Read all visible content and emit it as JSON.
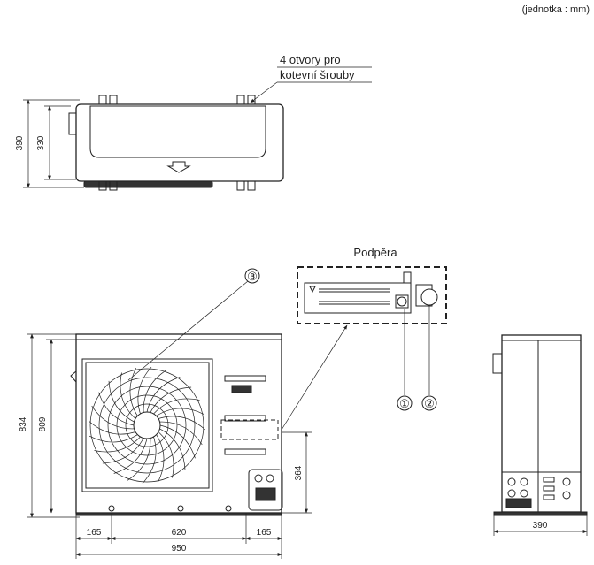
{
  "unit_note": "(jednotka : mm)",
  "top_view": {
    "callout": [
      "4 otvory pro",
      "kotevní šrouby"
    ],
    "dim_outer": "390",
    "dim_inner": "330"
  },
  "support": {
    "title": "Podpěra",
    "markers": [
      "①",
      "②"
    ]
  },
  "front_view": {
    "marker": "③",
    "dim_height_outer": "834",
    "dim_height_inner": "809",
    "dim_port_height": "364",
    "dim_left_margin": "165",
    "dim_anchor_span": "620",
    "dim_right_margin": "165",
    "dim_width": "950"
  },
  "side_view": {
    "dim_depth": "390"
  }
}
